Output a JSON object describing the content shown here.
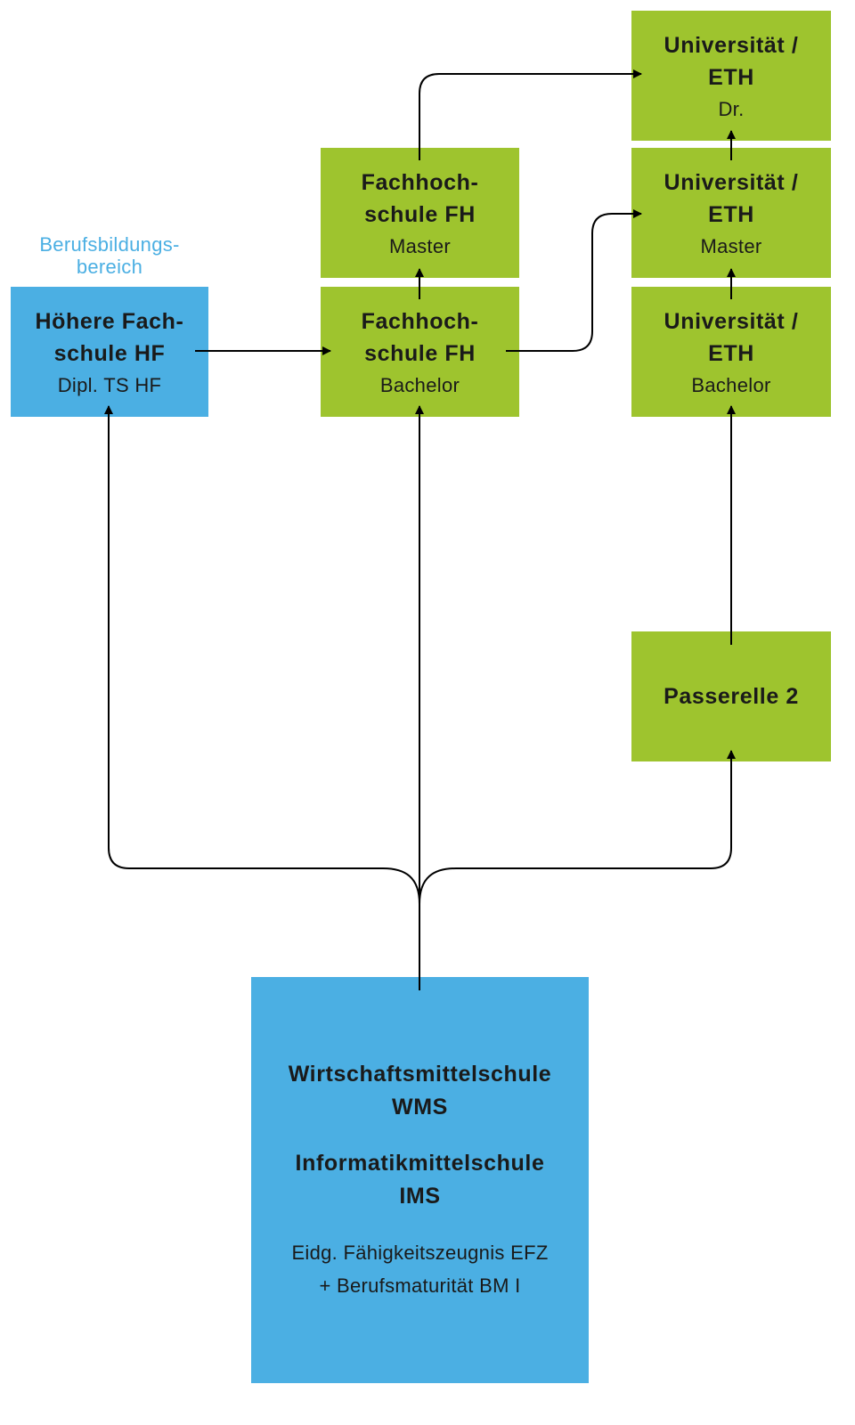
{
  "colors": {
    "green": "#9ec42e",
    "blue": "#4bafe3",
    "text": "#1a1a1a",
    "caption": "#4bafe3",
    "line": "#000000"
  },
  "berufsbildung": {
    "caption_line1": "Berufsbildungs-",
    "caption_line2": "bereich"
  },
  "hf": {
    "title_line1": "Höhere Fach-",
    "title_line2": "schule HF",
    "subtitle": "Dipl. TS HF"
  },
  "fh_bachelor": {
    "title_line1": "Fachhoch-",
    "title_line2": "schule FH",
    "subtitle": "Bachelor"
  },
  "fh_master": {
    "title_line1": "Fachhoch-",
    "title_line2": "schule FH",
    "subtitle": "Master"
  },
  "uni_bachelor": {
    "title_line1": "Universität /",
    "title_line2": "ETH",
    "subtitle": "Bachelor"
  },
  "uni_master": {
    "title_line1": "Universität /",
    "title_line2": "ETH",
    "subtitle": "Master"
  },
  "uni_dr": {
    "title_line1": "Universität /",
    "title_line2": "ETH",
    "subtitle": "Dr."
  },
  "passerelle": {
    "title": "Passerelle 2"
  },
  "wms": {
    "title1_line1": "Wirtschaftsmittelschule",
    "title1_line2": "WMS",
    "title2_line1": "Informatikmittelschule",
    "title2_line2": "IMS",
    "sub_line1": "Eidg. Fähigkeitszeugnis EFZ",
    "sub_line2": "+ Berufsmaturität BM I"
  },
  "connectors": [
    {
      "from": "wms",
      "to": "hf"
    },
    {
      "from": "wms",
      "to": "fh_bachelor"
    },
    {
      "from": "wms",
      "to": "passerelle"
    },
    {
      "from": "passerelle",
      "to": "uni_bachelor"
    },
    {
      "from": "hf",
      "to": "fh_bachelor"
    },
    {
      "from": "fh_bachelor",
      "to": "fh_master"
    },
    {
      "from": "fh_bachelor",
      "to": "uni_master"
    },
    {
      "from": "fh_master",
      "to": "uni_dr"
    },
    {
      "from": "uni_bachelor",
      "to": "uni_master"
    },
    {
      "from": "uni_master",
      "to": "uni_dr"
    }
  ]
}
